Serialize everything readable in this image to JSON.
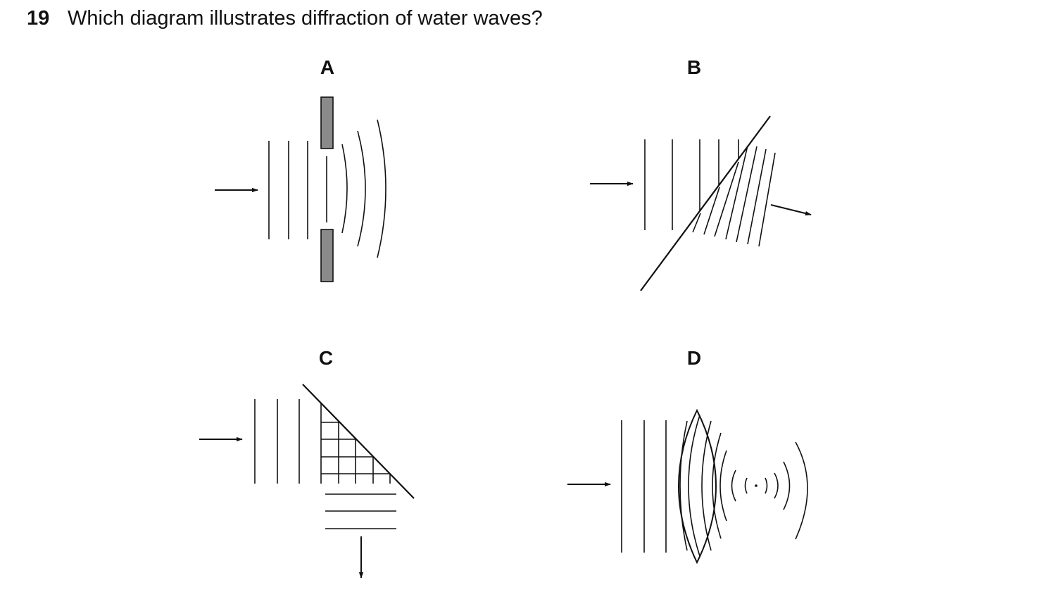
{
  "question": {
    "number": "19",
    "text": "Which diagram illustrates diffraction of water waves?"
  },
  "options": [
    {
      "label": "A"
    },
    {
      "label": "B"
    },
    {
      "label": "C"
    },
    {
      "label": "D"
    }
  ],
  "colors": {
    "line": "#111111",
    "barrier_fill": "#8a8a8a"
  }
}
